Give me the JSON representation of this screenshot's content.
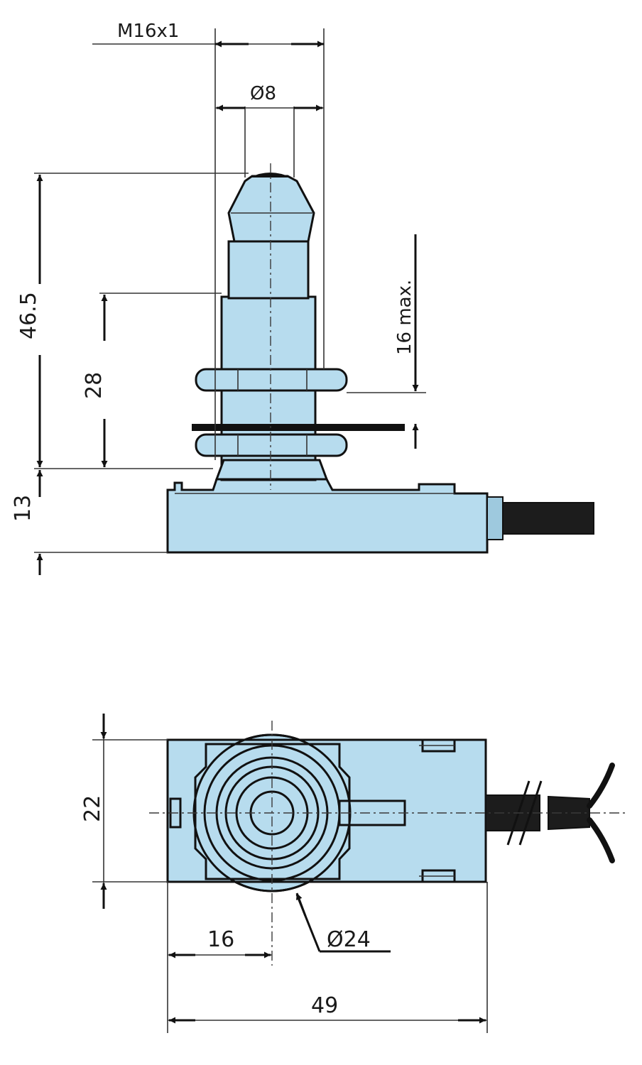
{
  "colors": {
    "body_fill": "#b7dcee",
    "line": "#111111",
    "cable": "#1c1c1c"
  },
  "side_view": {
    "dim_thread": "M16x1",
    "dim_plunger_diameter": "Ø8",
    "dim_overall_height": "46.5",
    "dim_thread_length": "28",
    "dim_panel_thickness": "16 max.",
    "dim_base_height": "13"
  },
  "top_view": {
    "dim_width": "22",
    "dim_flange_diameter": "Ø24",
    "dim_axis_offset": "16",
    "dim_length": "49"
  }
}
